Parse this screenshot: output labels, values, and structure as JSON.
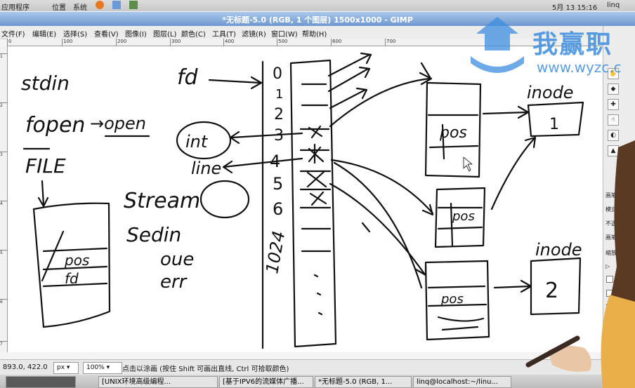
{
  "system_panel": {
    "apps_menu": "应用程序",
    "places_menu": "位置",
    "system_menu": "系统",
    "clock": "5月 13 15:16",
    "user": "linq"
  },
  "window": {
    "title": "*无标题-5.0 (RGB, 1 个图层) 1500x1000 - GIMP"
  },
  "menubar": {
    "items": [
      "文件(F)",
      "编辑(E)",
      "选择(S)",
      "查看(V)",
      "图像(I)",
      "图层(L)",
      "颜色(C)",
      "工具(T)",
      "滤镜(R)",
      "窗口(W)",
      "帮助(H)"
    ]
  },
  "ruler_top": {
    "ticks": [
      "0",
      "100",
      "200",
      "300",
      "400",
      "500",
      "600",
      "700"
    ]
  },
  "ruler_left": {
    "ticks": [
      "1",
      "2",
      "3",
      "4",
      "5",
      "6",
      "7"
    ]
  },
  "canvas_text": {
    "stdin": "stdin",
    "fopen": "fopen",
    "arrow_open": "→open",
    "file": "FILE",
    "fd": "fd",
    "int": "int",
    "line": "line",
    "stream": "Stream",
    "sedin": "Sedin",
    "oue": "oue",
    "err": "err",
    "num_0": "0",
    "num_1": "1",
    "num_2": "2",
    "num_3": "3",
    "num_4": "4",
    "num_5": "5",
    "num_6": "6",
    "num_1024": "1024",
    "pos_1": "pos",
    "pos_2": "pos",
    "pos_3": "pos",
    "pos_4": "pos",
    "fd_small": "fd",
    "inode_1": "inode",
    "inode_2": "inode",
    "inode_num_1": "1",
    "inode_num_2": "2"
  },
  "dock": {
    "title": "画笔",
    "mode": "模式",
    "opacity": "不透明",
    "brush": "画笔",
    "scale": "缩放"
  },
  "statusbar": {
    "coords": "893.0, 422.0",
    "unit": "px",
    "zoom": "100%",
    "message": "点击以涂画 (按住 Shift 可画出直线, Ctrl 可拾取颜色)"
  },
  "taskbar": {
    "tasks": [
      "[UNIX环境高级编程...",
      "[基于IPV6的流媒体广播...",
      "*无标题-5.0 (RGB, 1...",
      "linq@localhost:~/linu..."
    ]
  },
  "watermark": {
    "name": "我赢职",
    "url": "www.wyzc.c"
  },
  "colors": {
    "titlebar": "#7aa2d6",
    "ink": "#111111",
    "watermark": "#3d8ee0"
  }
}
